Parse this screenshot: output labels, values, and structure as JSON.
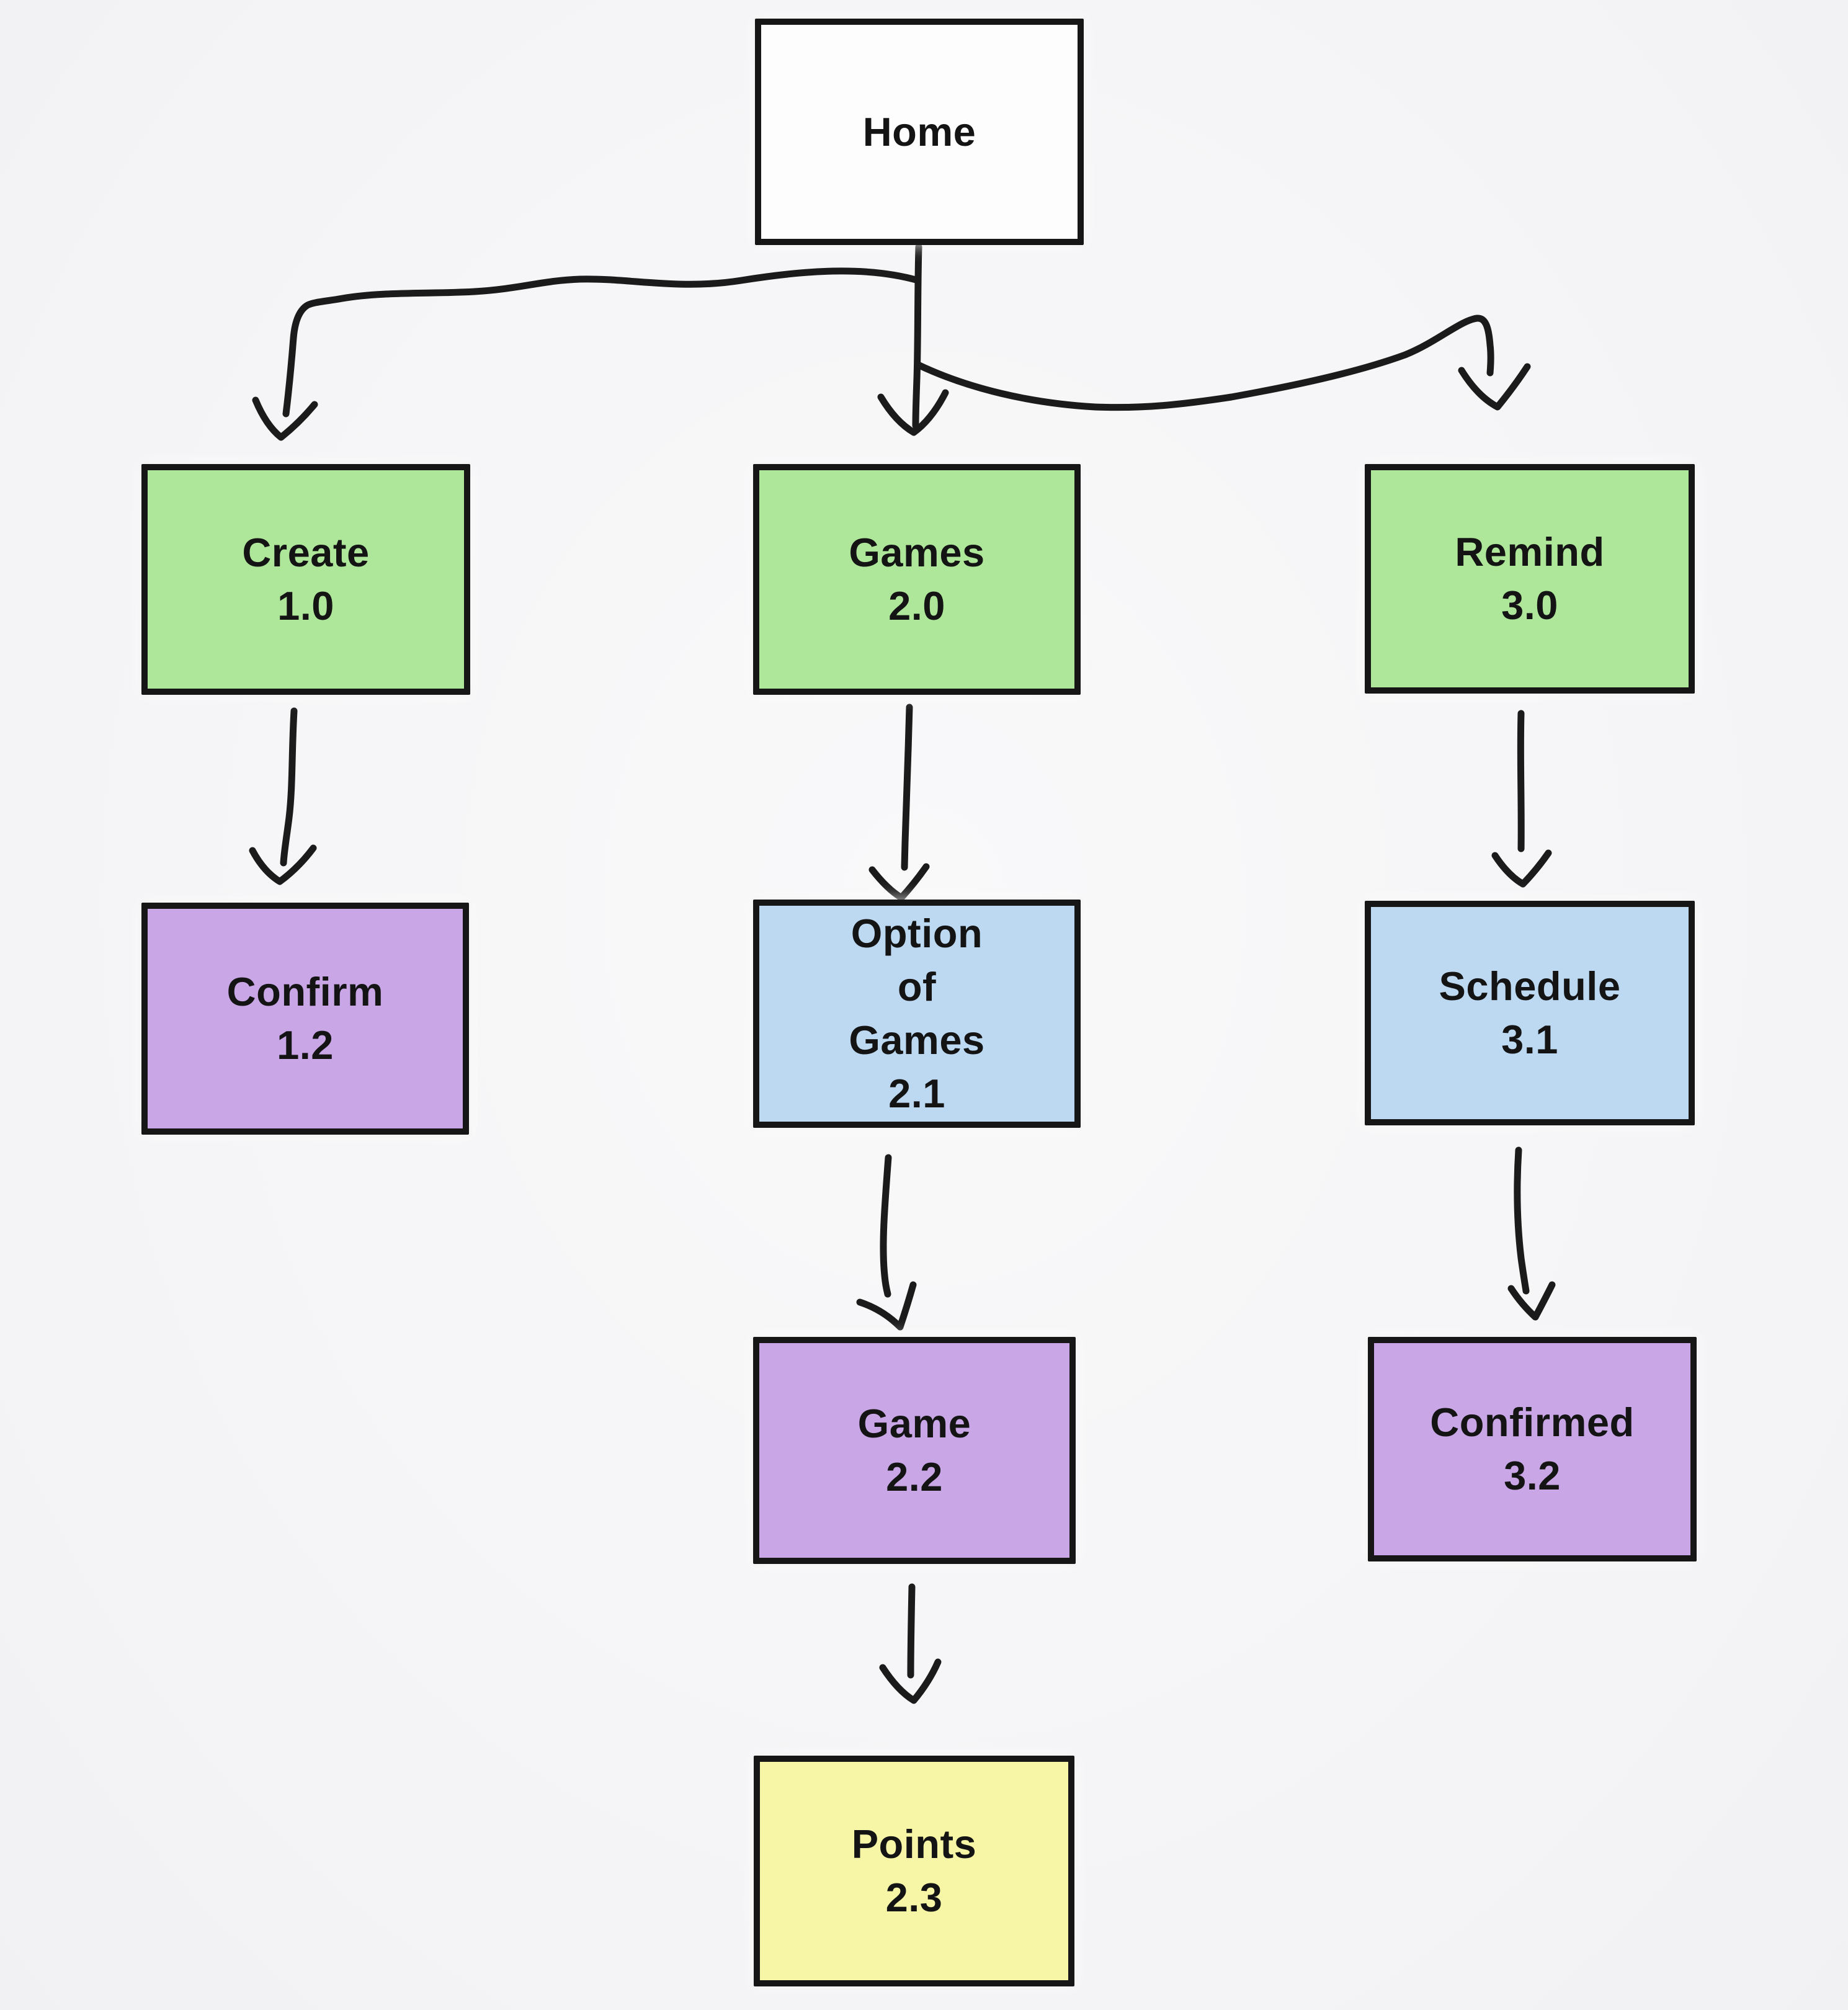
{
  "diagram": {
    "type": "flowchart",
    "background": "#f6f6f7",
    "line_color": "#1b1b1b",
    "nodes": [
      {
        "id": "home",
        "label": "Home",
        "fill": "#fdfdfd"
      },
      {
        "id": "create",
        "label": "Create\n1.0",
        "fill": "#aee69a"
      },
      {
        "id": "games",
        "label": "Games\n2.0",
        "fill": "#aee69a"
      },
      {
        "id": "remind",
        "label": "Remind\n3.0",
        "fill": "#aee69a"
      },
      {
        "id": "confirm",
        "label": "Confirm\n1.2",
        "fill": "#c9a6e6"
      },
      {
        "id": "option_of_games",
        "label": "Option\nof\nGames\n2.1",
        "fill": "#bdd9f2"
      },
      {
        "id": "schedule",
        "label": "Schedule\n3.1",
        "fill": "#bdd9f2"
      },
      {
        "id": "game",
        "label": "Game\n2.2",
        "fill": "#c9a6e6"
      },
      {
        "id": "confirmed",
        "label": "Confirmed\n3.2",
        "fill": "#c9a6e6"
      },
      {
        "id": "points",
        "label": "Points\n2.3",
        "fill": "#f6f6a6"
      }
    ],
    "edges": [
      {
        "from": "home",
        "to": "create"
      },
      {
        "from": "home",
        "to": "games"
      },
      {
        "from": "home",
        "to": "remind"
      },
      {
        "from": "create",
        "to": "confirm"
      },
      {
        "from": "games",
        "to": "option_of_games"
      },
      {
        "from": "option_of_games",
        "to": "game"
      },
      {
        "from": "game",
        "to": "points"
      },
      {
        "from": "remind",
        "to": "schedule"
      },
      {
        "from": "schedule",
        "to": "confirmed"
      }
    ]
  }
}
